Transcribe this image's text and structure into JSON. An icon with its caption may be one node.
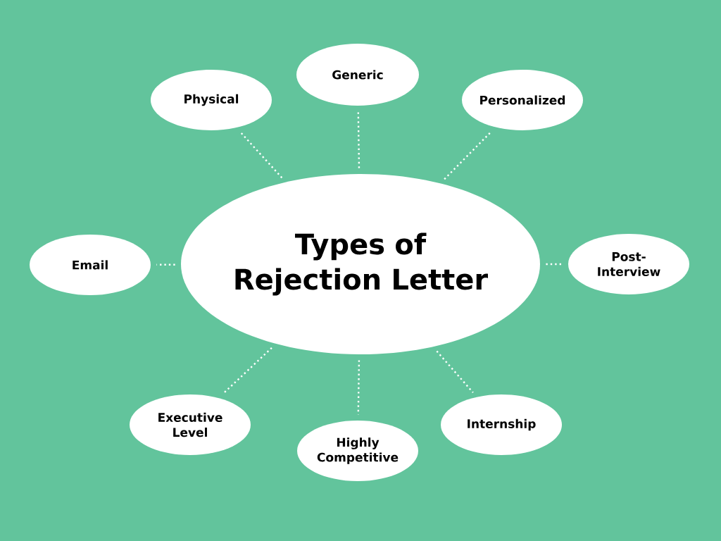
{
  "diagram": {
    "nodes": [
      {
        "text": [
          "Types of Rejection Letter"
        ]
      },
      {
        "text": [
          "Generic"
        ]
      },
      {
        "text": [
          "Physical"
        ]
      },
      {
        "text": [
          "Personalized"
        ]
      },
      {
        "text": [
          "Email"
        ]
      },
      {
        "text": [
          "Post-Interview"
        ]
      },
      {
        "text": [
          "Executive Level"
        ]
      },
      {
        "text": [
          "Highly Competitive"
        ]
      },
      {
        "text": [
          "Internship"
        ]
      }
    ],
    "edges": [
      {
        "from": 0,
        "to": 1,
        "arrow": "none"
      },
      {
        "from": 0,
        "to": 2,
        "arrow": "none"
      },
      {
        "from": 0,
        "to": 3,
        "arrow": "none"
      },
      {
        "from": 0,
        "to": 4,
        "arrow": "none"
      },
      {
        "from": 0,
        "to": 5,
        "arrow": "none"
      },
      {
        "from": 0,
        "to": 6,
        "arrow": "none"
      },
      {
        "from": 0,
        "to": 7,
        "arrow": "none"
      },
      {
        "from": 0,
        "to": 8,
        "arrow": "none"
      }
    ]
  }
}
